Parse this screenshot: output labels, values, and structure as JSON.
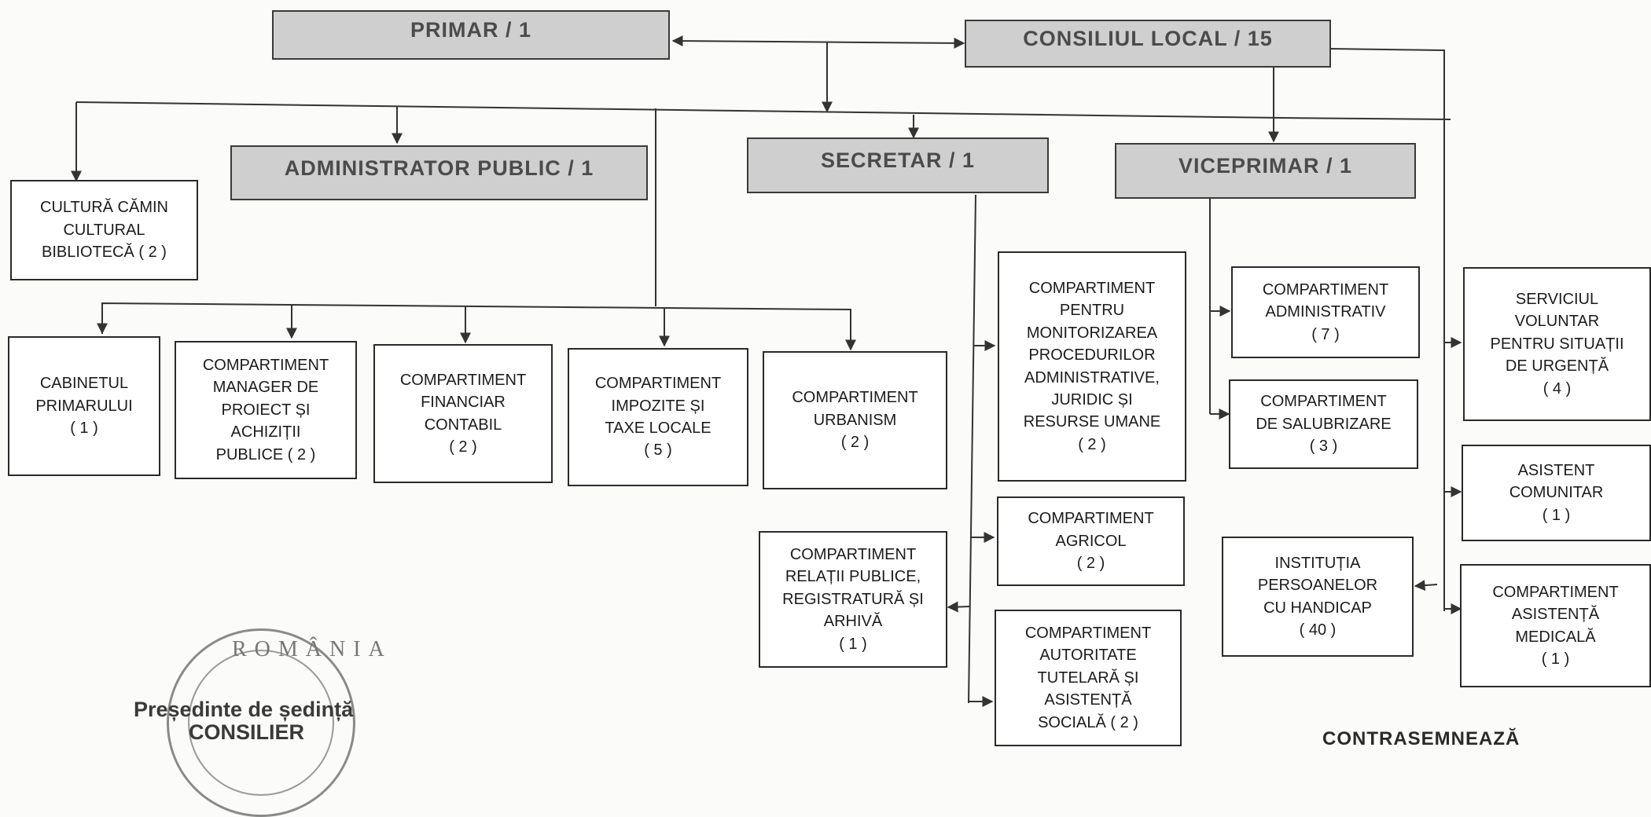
{
  "headers": {
    "primar": "PRIMAR / 1",
    "consiliu": "CONSILIUL LOCAL / 15",
    "administrator": "ADMINISTRATOR  PUBLIC  /  1",
    "secretar": "SECRETAR / 1",
    "viceprimar": "VICEPRIMAR / 1"
  },
  "units": {
    "cultura": "CULTURĂ CĂMIN\nCULTURAL\nBIBLIOTECĂ ( 2 )",
    "cabinet": "CABINETUL\nPRIMARULUI\n( 1 )",
    "manager": "COMPARTIMENT\nMANAGER DE\nPROIECT ȘI\nACHIZIȚII\nPUBLICE ( 2 )",
    "financiar": "COMPARTIMENT\nFINANCIAR\nCONTABIL\n( 2 )",
    "impozite": "COMPARTIMENT\nIMPOZITE ȘI\nTAXE LOCALE\n( 5 )",
    "urbanism": "COMPARTIMENT\nURBANISM\n( 2 )",
    "monitorizare": "COMPARTIMENT\nPENTRU\nMONITORIZAREA\nPROCEDURILOR\nADMINISTRATIVE,\nJURIDIC ȘI\nRESURSE UMANE\n( 2 )",
    "agricol": "COMPARTIMENT\nAGRICOL\n( 2 )",
    "tutelara": "COMPARTIMENT\nAUTORITATE\nTUTELARĂ ȘI\nASISTENȚĂ\nSOCIALĂ ( 2 )",
    "relatii": "COMPARTIMENT\nRELAȚII PUBLICE,\nREGISTRATURĂ ȘI\nARHIVĂ\n( 1 )",
    "administrativ": "COMPARTIMENT\nADMINISTRATIV\n( 7 )",
    "salubrizare": "COMPARTIMENT\nDE SALUBRIZARE\n( 3 )",
    "handicap": "INSTITUȚIA\nPERSOANELOR\nCU HANDICAP\n( 40 )",
    "voluntar": "SERVICIUL\nVOLUNTAR\nPENTRU SITUAȚII\nDE  URGENȚĂ\n( 4 )",
    "comunitar": "ASISTENT\nCOMUNITAR\n( 1 )",
    "medicala": "COMPARTIMENT\nASISTENȚĂ\nMEDICALĂ\n( 1 )"
  },
  "footer": {
    "stamp_text": "ROMÂNIA",
    "signature_title": "Președinte de ședință",
    "signature_sub": "CONSILIER",
    "countersign": "CONTRASEMNEAZĂ"
  }
}
